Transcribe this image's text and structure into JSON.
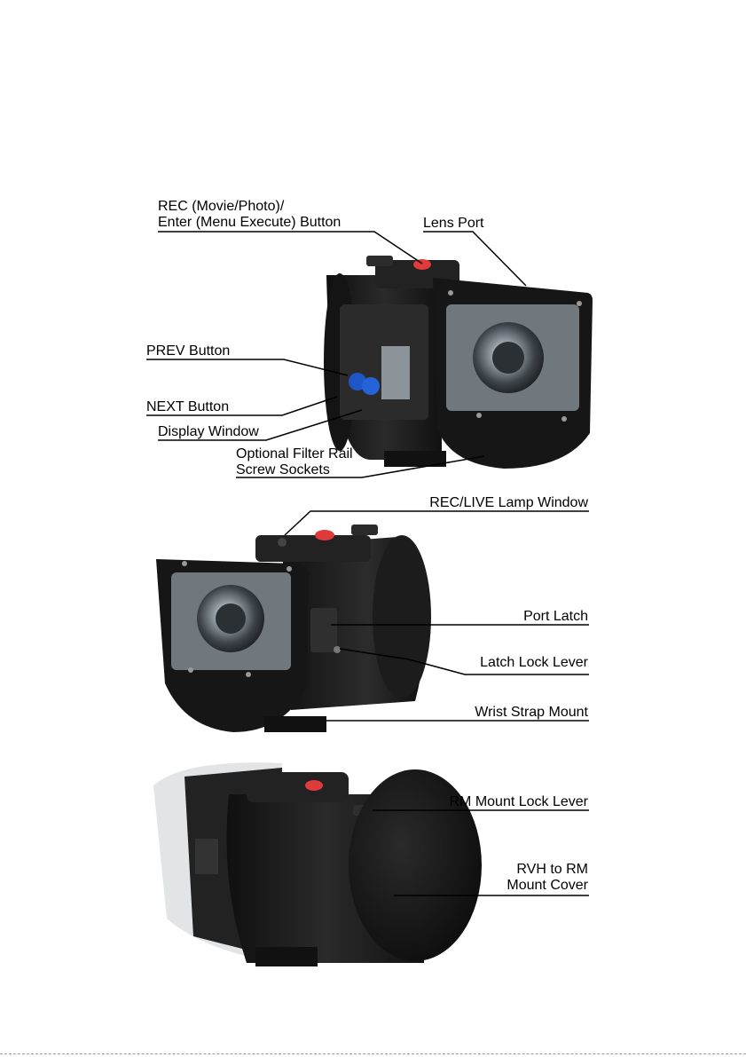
{
  "figure_top": {
    "labels": {
      "rec_button_line1": "REC (Movie/Photo)/",
      "rec_button_line2": "Enter (Menu Execute) Button",
      "lens_port": "Lens Port",
      "prev_button": "PREV Button",
      "next_button": "NEXT Button",
      "display_window": "Display Window",
      "filter_rail_line1": "Optional Filter Rail",
      "filter_rail_line2": "Screw Sockets"
    }
  },
  "figure_middle": {
    "labels": {
      "rec_live_lamp": "REC/LIVE Lamp Window",
      "port_latch": "Port Latch",
      "latch_lock_lever": "Latch Lock Lever",
      "wrist_strap_mount": "Wrist Strap Mount"
    }
  },
  "figure_bottom": {
    "labels": {
      "rm_mount_lock_lever": "RM Mount Lock Lever",
      "mount_cover_line1": "RVH to RM",
      "mount_cover_line2": "Mount Cover"
    }
  },
  "colors": {
    "housing": "#1b1b1b",
    "rec_button": "#e03a3a",
    "nav_buttons": "#1e56c8",
    "lens_glass": "#9aa3aa"
  }
}
